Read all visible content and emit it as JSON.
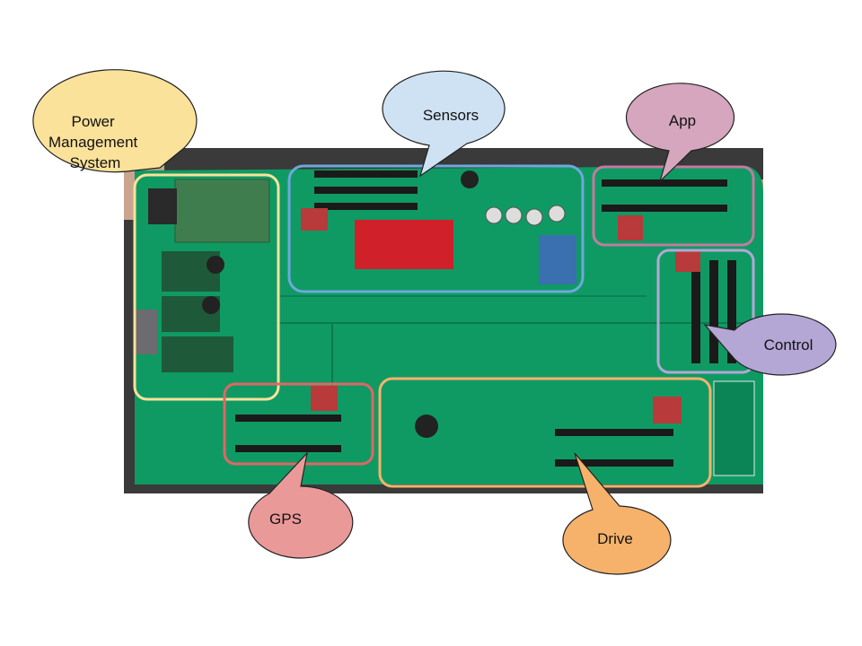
{
  "colors": {
    "board": "#0f9a64",
    "board_dark": "#0b7a4e",
    "power": "#fbe29b",
    "sensors": "#cfe2f3",
    "app": "#d5a6bd",
    "control": "#b4a7d6",
    "gps": "#ea9999",
    "drive": "#f6b26b"
  },
  "callouts": {
    "power": {
      "lines": [
        "Power",
        "Management",
        "System"
      ]
    },
    "sensors": {
      "label": "Sensors"
    },
    "app": {
      "label": "App"
    },
    "control": {
      "label": "Control"
    },
    "gps": {
      "label": "GPS"
    },
    "drive": {
      "label": "Drive"
    }
  }
}
